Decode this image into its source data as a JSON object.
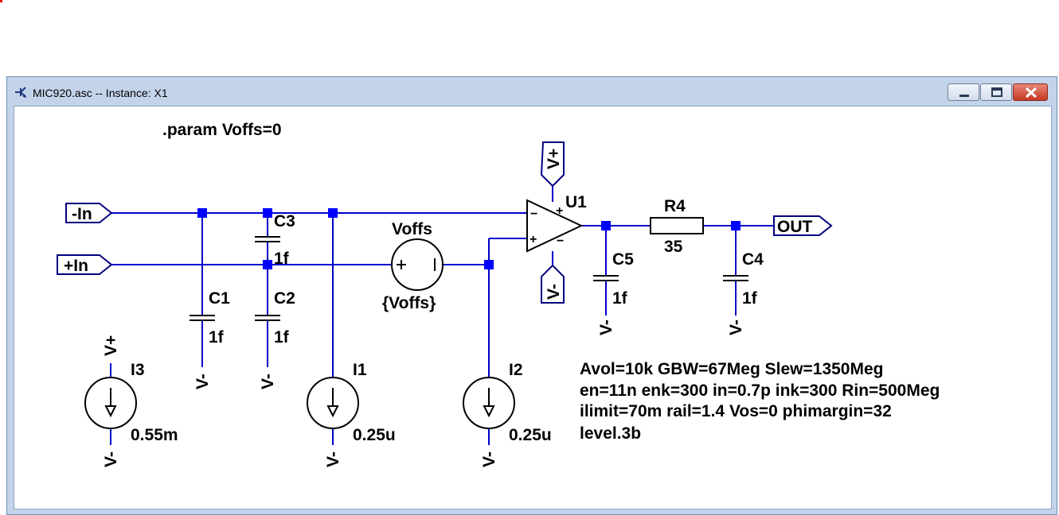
{
  "window": {
    "title": "MIC920.asc -- Instance: X1"
  },
  "directive": ".param Voffs=0",
  "ports": {
    "in_minus": "-In",
    "in_plus": "+In",
    "out": "OUT"
  },
  "supply_flags": {
    "vplus": "V+",
    "vminus": "V-"
  },
  "components": {
    "c1": {
      "name": "C1",
      "value": "1f"
    },
    "c2": {
      "name": "C2",
      "value": "1f"
    },
    "c3": {
      "name": "C3",
      "value": "1f"
    },
    "c4": {
      "name": "C4",
      "value": "1f"
    },
    "c5": {
      "name": "C5",
      "value": "1f"
    },
    "r4": {
      "name": "R4",
      "value": "35"
    },
    "u1": {
      "name": "U1"
    },
    "voffs": {
      "name": "Voffs",
      "value": "{Voffs}"
    },
    "i1": {
      "name": "I1",
      "value": "0.25u"
    },
    "i2": {
      "name": "I2",
      "value": "0.25u"
    },
    "i3": {
      "name": "I3",
      "value": "0.55m"
    }
  },
  "opamp_params": [
    "Avol=10k GBW=67Meg Slew=1350Meg",
    "en=11n enk=300 in=0.7p ink=300 Rin=500Meg",
    "ilimit=70m rail=1.4 Vos=0 phimargin=32",
    "level.3b"
  ]
}
